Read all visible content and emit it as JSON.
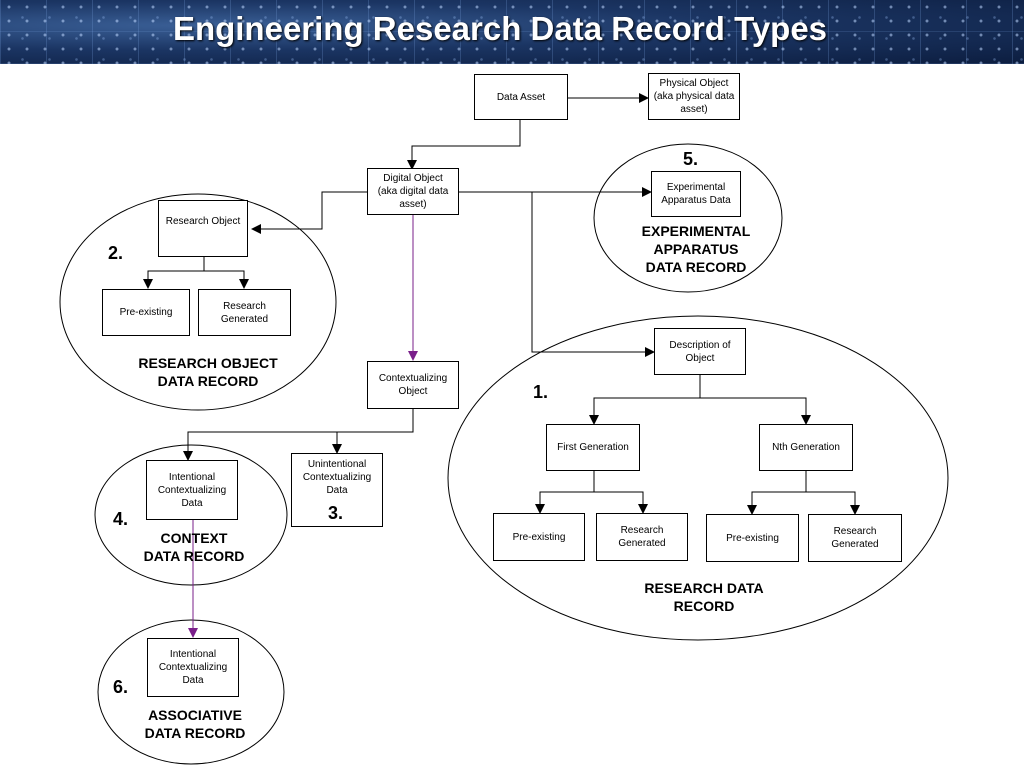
{
  "title": "Engineering Research Data Record Types",
  "colors": {
    "header_bg": "#1b3563",
    "arrow": "#000000",
    "purple_arrow": "#7a1f8a"
  },
  "boxes": {
    "data_asset": "Data Asset",
    "physical_object": "Physical Object\n(aka physical data\nasset)",
    "digital_object": "Digital Object\n(aka digital data\nasset)",
    "research_object": "Research Object",
    "ro_preexisting": "Pre-existing",
    "ro_research_generated": "Research\nGenerated",
    "experimental_apparatus_data": "Experimental\nApparatus Data",
    "contextualizing_object": "Contextualizing\nObject",
    "description_of_object": "Description of\nObject",
    "first_generation": "First Generation",
    "nth_generation": "Nth Generation",
    "fg_preexisting": "Pre-existing",
    "fg_research_generated": "Research\nGenerated",
    "ng_preexisting": "Pre-existing",
    "ng_research_generated": "Research\nGenerated",
    "intentional_context_data": "Intentional\nContextualizing\nData",
    "unintentional_context_data": "Unintentional\nContextualizing\nData",
    "intentional_assoc_data": "Intentional\nContextualizing\nData"
  },
  "records": {
    "research_data": {
      "num": "1.",
      "label": "RESEARCH DATA\nRECORD"
    },
    "research_object": {
      "num": "2.",
      "label": "RESEARCH OBJECT\nDATA RECORD"
    },
    "unintentional": {
      "num": "3."
    },
    "context": {
      "num": "4.",
      "label": "CONTEXT\nDATA RECORD"
    },
    "experimental_apparatus": {
      "num": "5.",
      "label": "EXPERIMENTAL\nAPPARATUS\nDATA RECORD"
    },
    "associative": {
      "num": "6.",
      "label": "ASSOCIATIVE\nDATA RECORD"
    }
  }
}
